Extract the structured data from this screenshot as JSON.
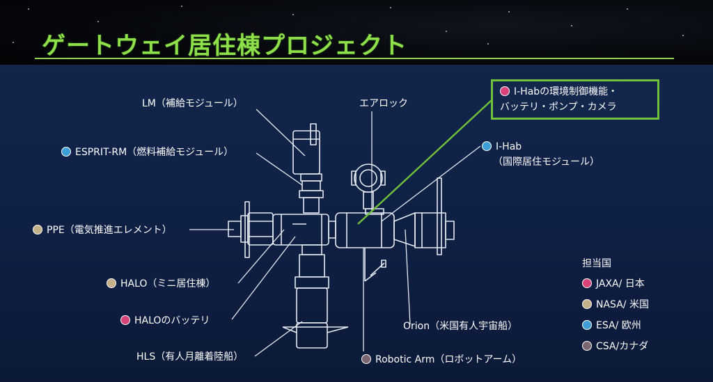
{
  "title": "ゲートウェイ居住棟プロジェクト",
  "colors": {
    "jaxa": "#d9437a",
    "nasa": "#c4b089",
    "esa": "#3d9fd6",
    "csa": "#7a6670",
    "accent": "#6fc23a"
  },
  "labels": {
    "lm": "LM（補給モジュール）",
    "esprit": "ESPRIT-RM（燃料補給モジュール）",
    "ppe": "PPE（電気推進エレメント）",
    "halo": "HALO（ミニ居住棟）",
    "halo_battery": "HALOのバッテリ",
    "hls": "HLS（有人月離着陸船）",
    "airlock": "エアロック",
    "ihab": "I-Hab",
    "ihab_sub": "（国際居住モジュール）",
    "orion": "Orion（米国有人宇宙船）",
    "robotic_arm": "Robotic Arm（ロボットアーム）",
    "callout_line1": "I-Habの環境制御機能・",
    "callout_line2": "バッテリ・ポンプ・カメラ"
  },
  "legend": {
    "title": "担当国",
    "items": [
      {
        "label": "JAXA/ 日本",
        "color": "#d9437a"
      },
      {
        "label": "NASA/ 米国",
        "color": "#c4b089"
      },
      {
        "label": "ESA/ 欧州",
        "color": "#3d9fd6"
      },
      {
        "label": "CSA/カナダ",
        "color": "#7a6670"
      }
    ]
  }
}
